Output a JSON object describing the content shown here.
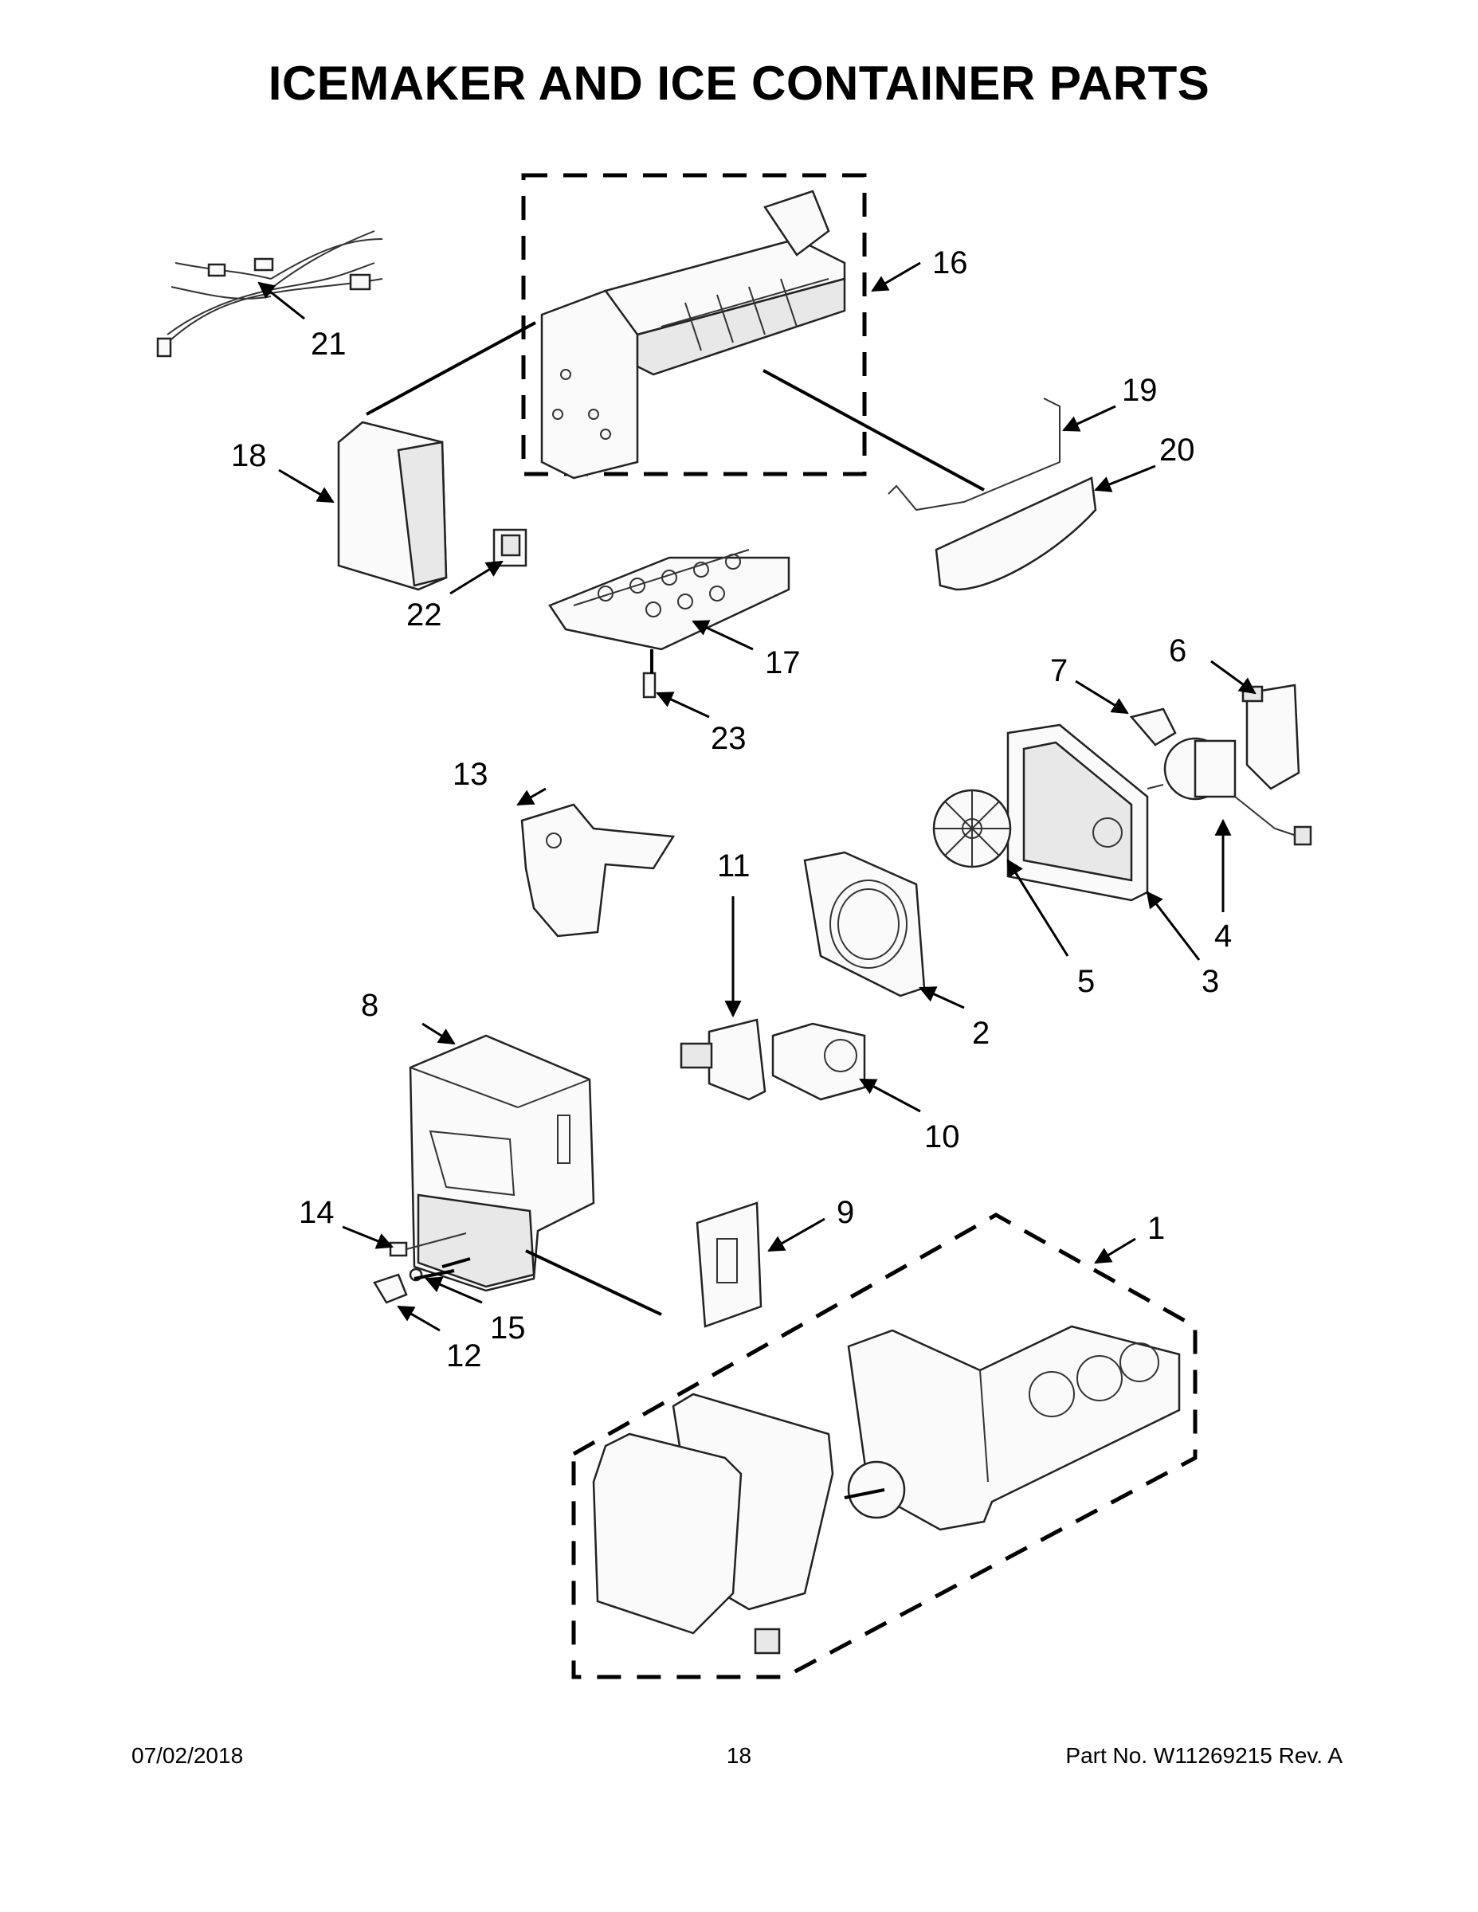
{
  "title": "ICEMAKER AND ICE CONTAINER PARTS",
  "callouts": [
    "1",
    "2",
    "3",
    "4",
    "5",
    "6",
    "7",
    "8",
    "9",
    "10",
    "11",
    "12",
    "13",
    "14",
    "15",
    "16",
    "17",
    "18",
    "19",
    "20",
    "21",
    "22",
    "23"
  ],
  "footer": {
    "date": "07/02/2018",
    "page": "18",
    "part_no": "Part No.  W11269215  Rev.  A"
  }
}
